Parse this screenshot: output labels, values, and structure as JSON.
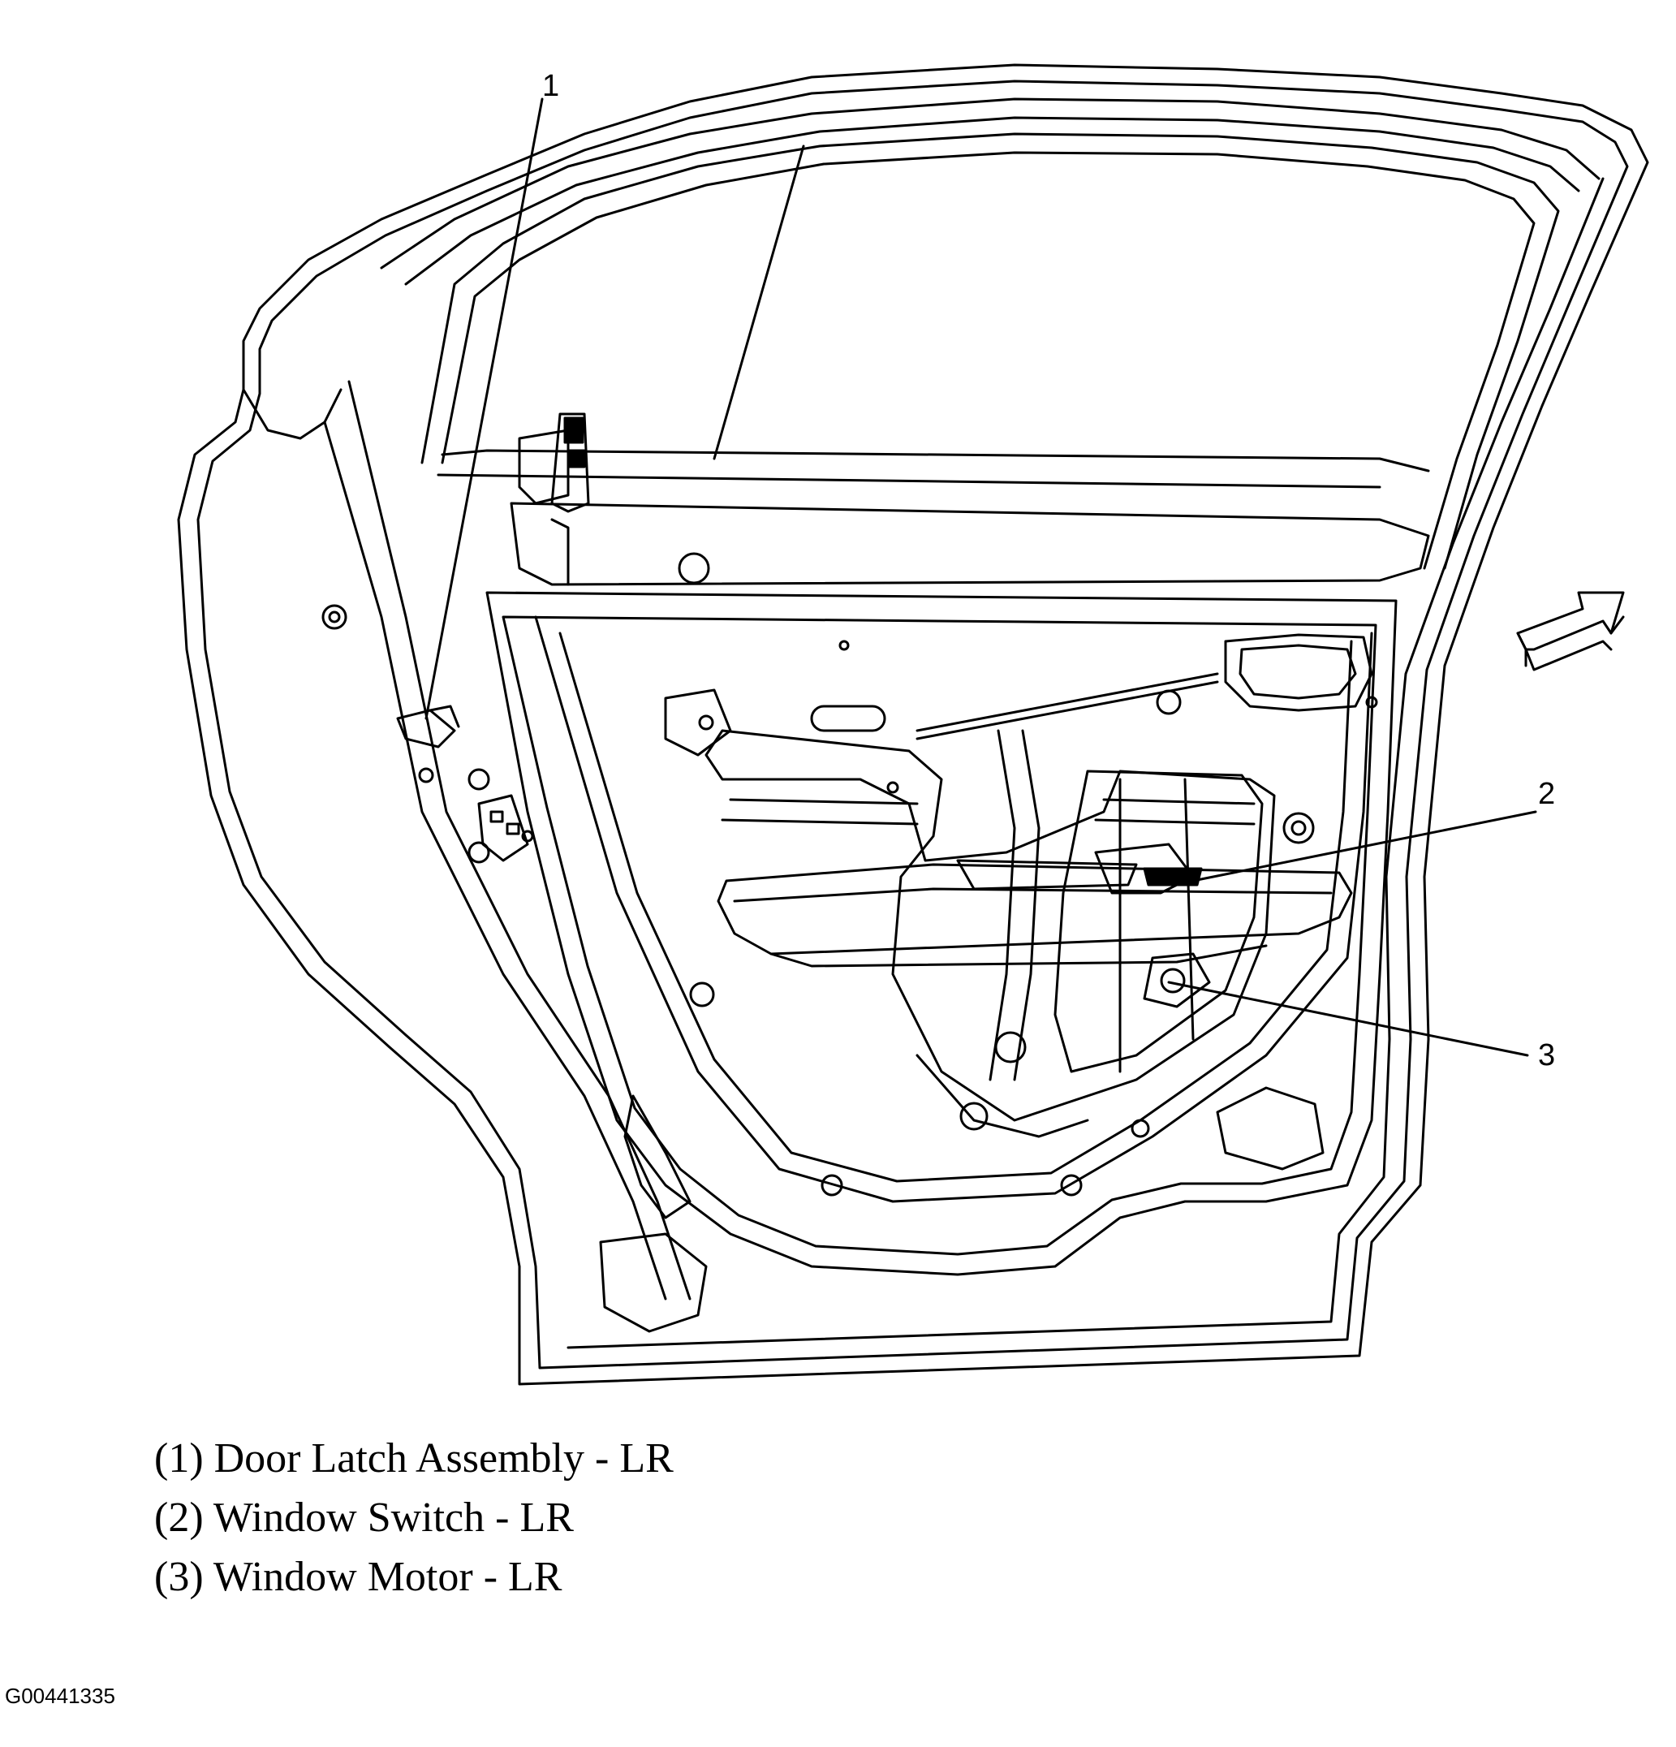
{
  "figure": {
    "callouts": [
      {
        "number": "1",
        "part": "Door Latch Assembly - LR"
      },
      {
        "number": "2",
        "part": "Window Switch - LR"
      },
      {
        "number": "3",
        "part": "Window Motor - LR"
      }
    ],
    "arrow_icon": "front-direction-arrow-icon",
    "line_color": "#000000",
    "background_color": "#ffffff"
  },
  "legend": [
    "(1) Door Latch Assembly - LR",
    "(2) Window Switch - LR",
    "(3) Window Motor - LR"
  ],
  "figure_id": "G00441335"
}
